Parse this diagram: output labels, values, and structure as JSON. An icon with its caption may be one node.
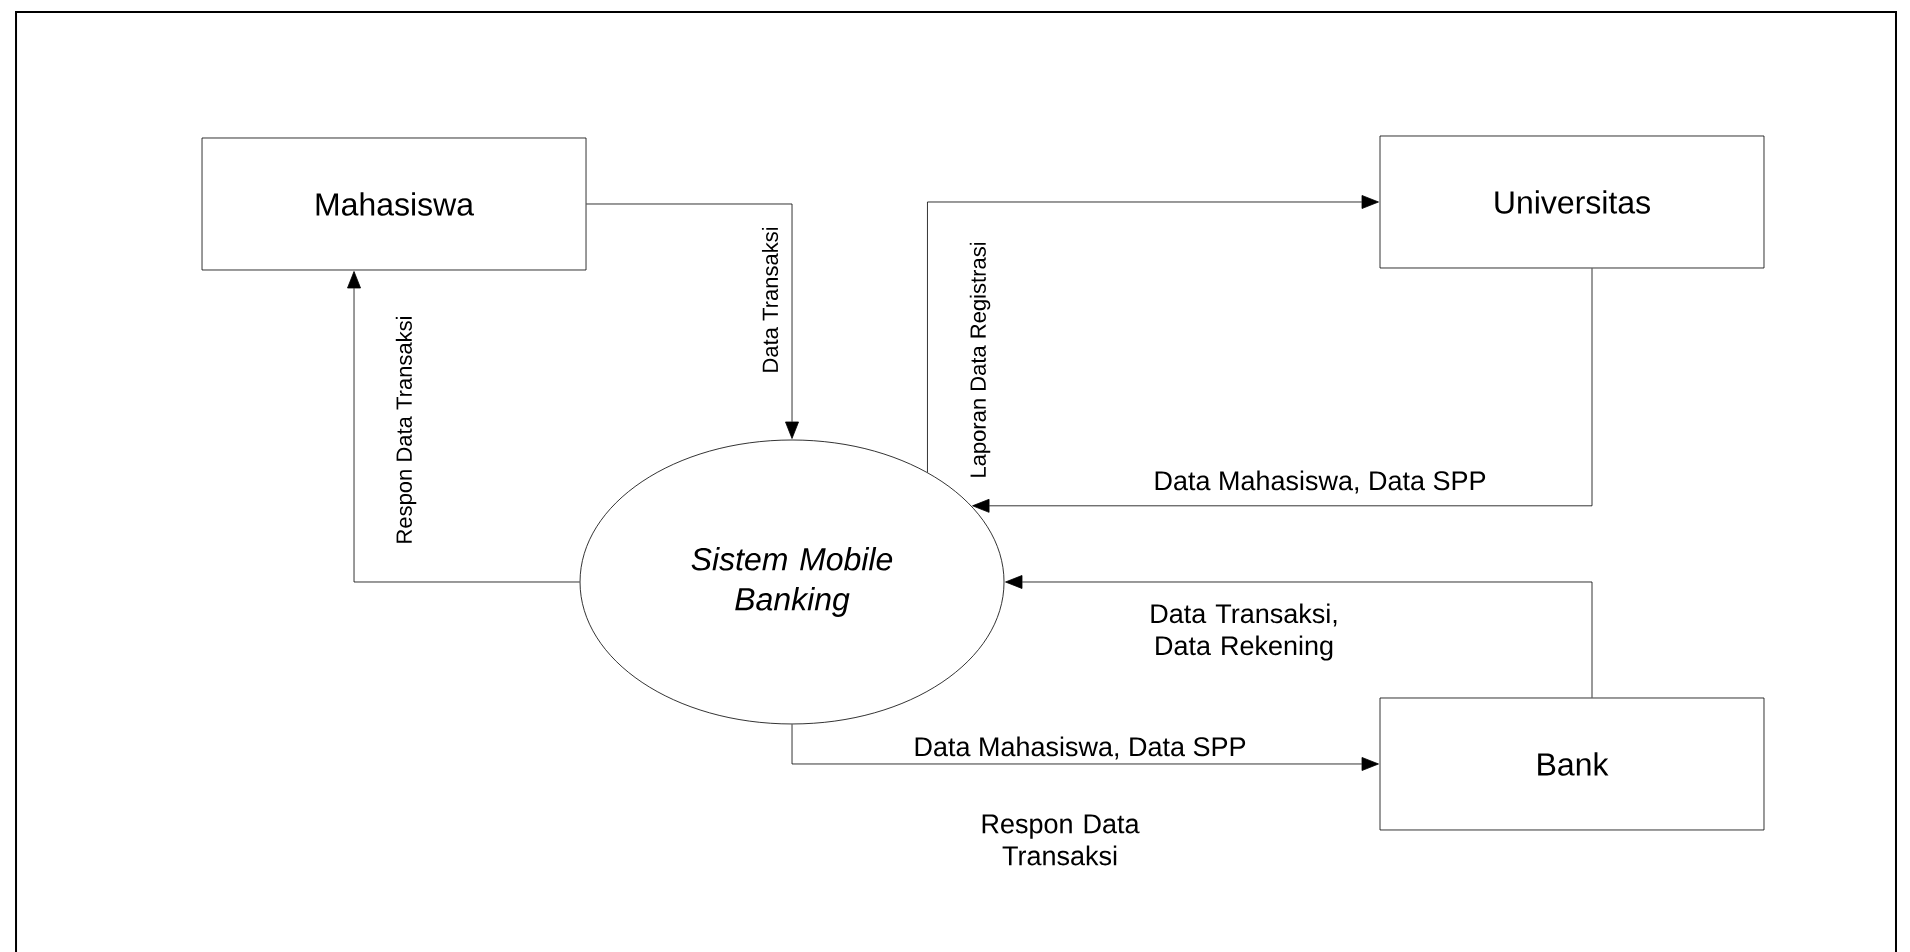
{
  "diagram": {
    "nodes": [
      {
        "text": [
          "Mahasiswa"
        ]
      },
      {
        "text": [
          "Universitas"
        ]
      },
      {
        "text": [
          "Sistem Mobile Banking"
        ]
      },
      {
        "text": [
          "Bank"
        ]
      }
    ],
    "edges": [
      {
        "from": 0,
        "to": 2,
        "arrow": "to",
        "label": "Data Transaksi"
      },
      {
        "from": 2,
        "to": 0,
        "arrow": "to",
        "label": "Respon Data Transaksi"
      },
      {
        "from": 2,
        "to": 1,
        "arrow": "to",
        "label": "Laporan Data Registrasi"
      },
      {
        "from": 1,
        "to": 2,
        "arrow": "to",
        "label": "Data Mahasiswa, Data SPP"
      },
      {
        "from": 3,
        "to": 2,
        "arrow": "to",
        "label": "Data Transaksi, Data Rekening"
      },
      {
        "from": 2,
        "to": 3,
        "arrow": "to",
        "label": "Data Mahasiswa, Data SPP"
      }
    ],
    "labels": [
      "Respon Data Transaksi"
    ]
  }
}
